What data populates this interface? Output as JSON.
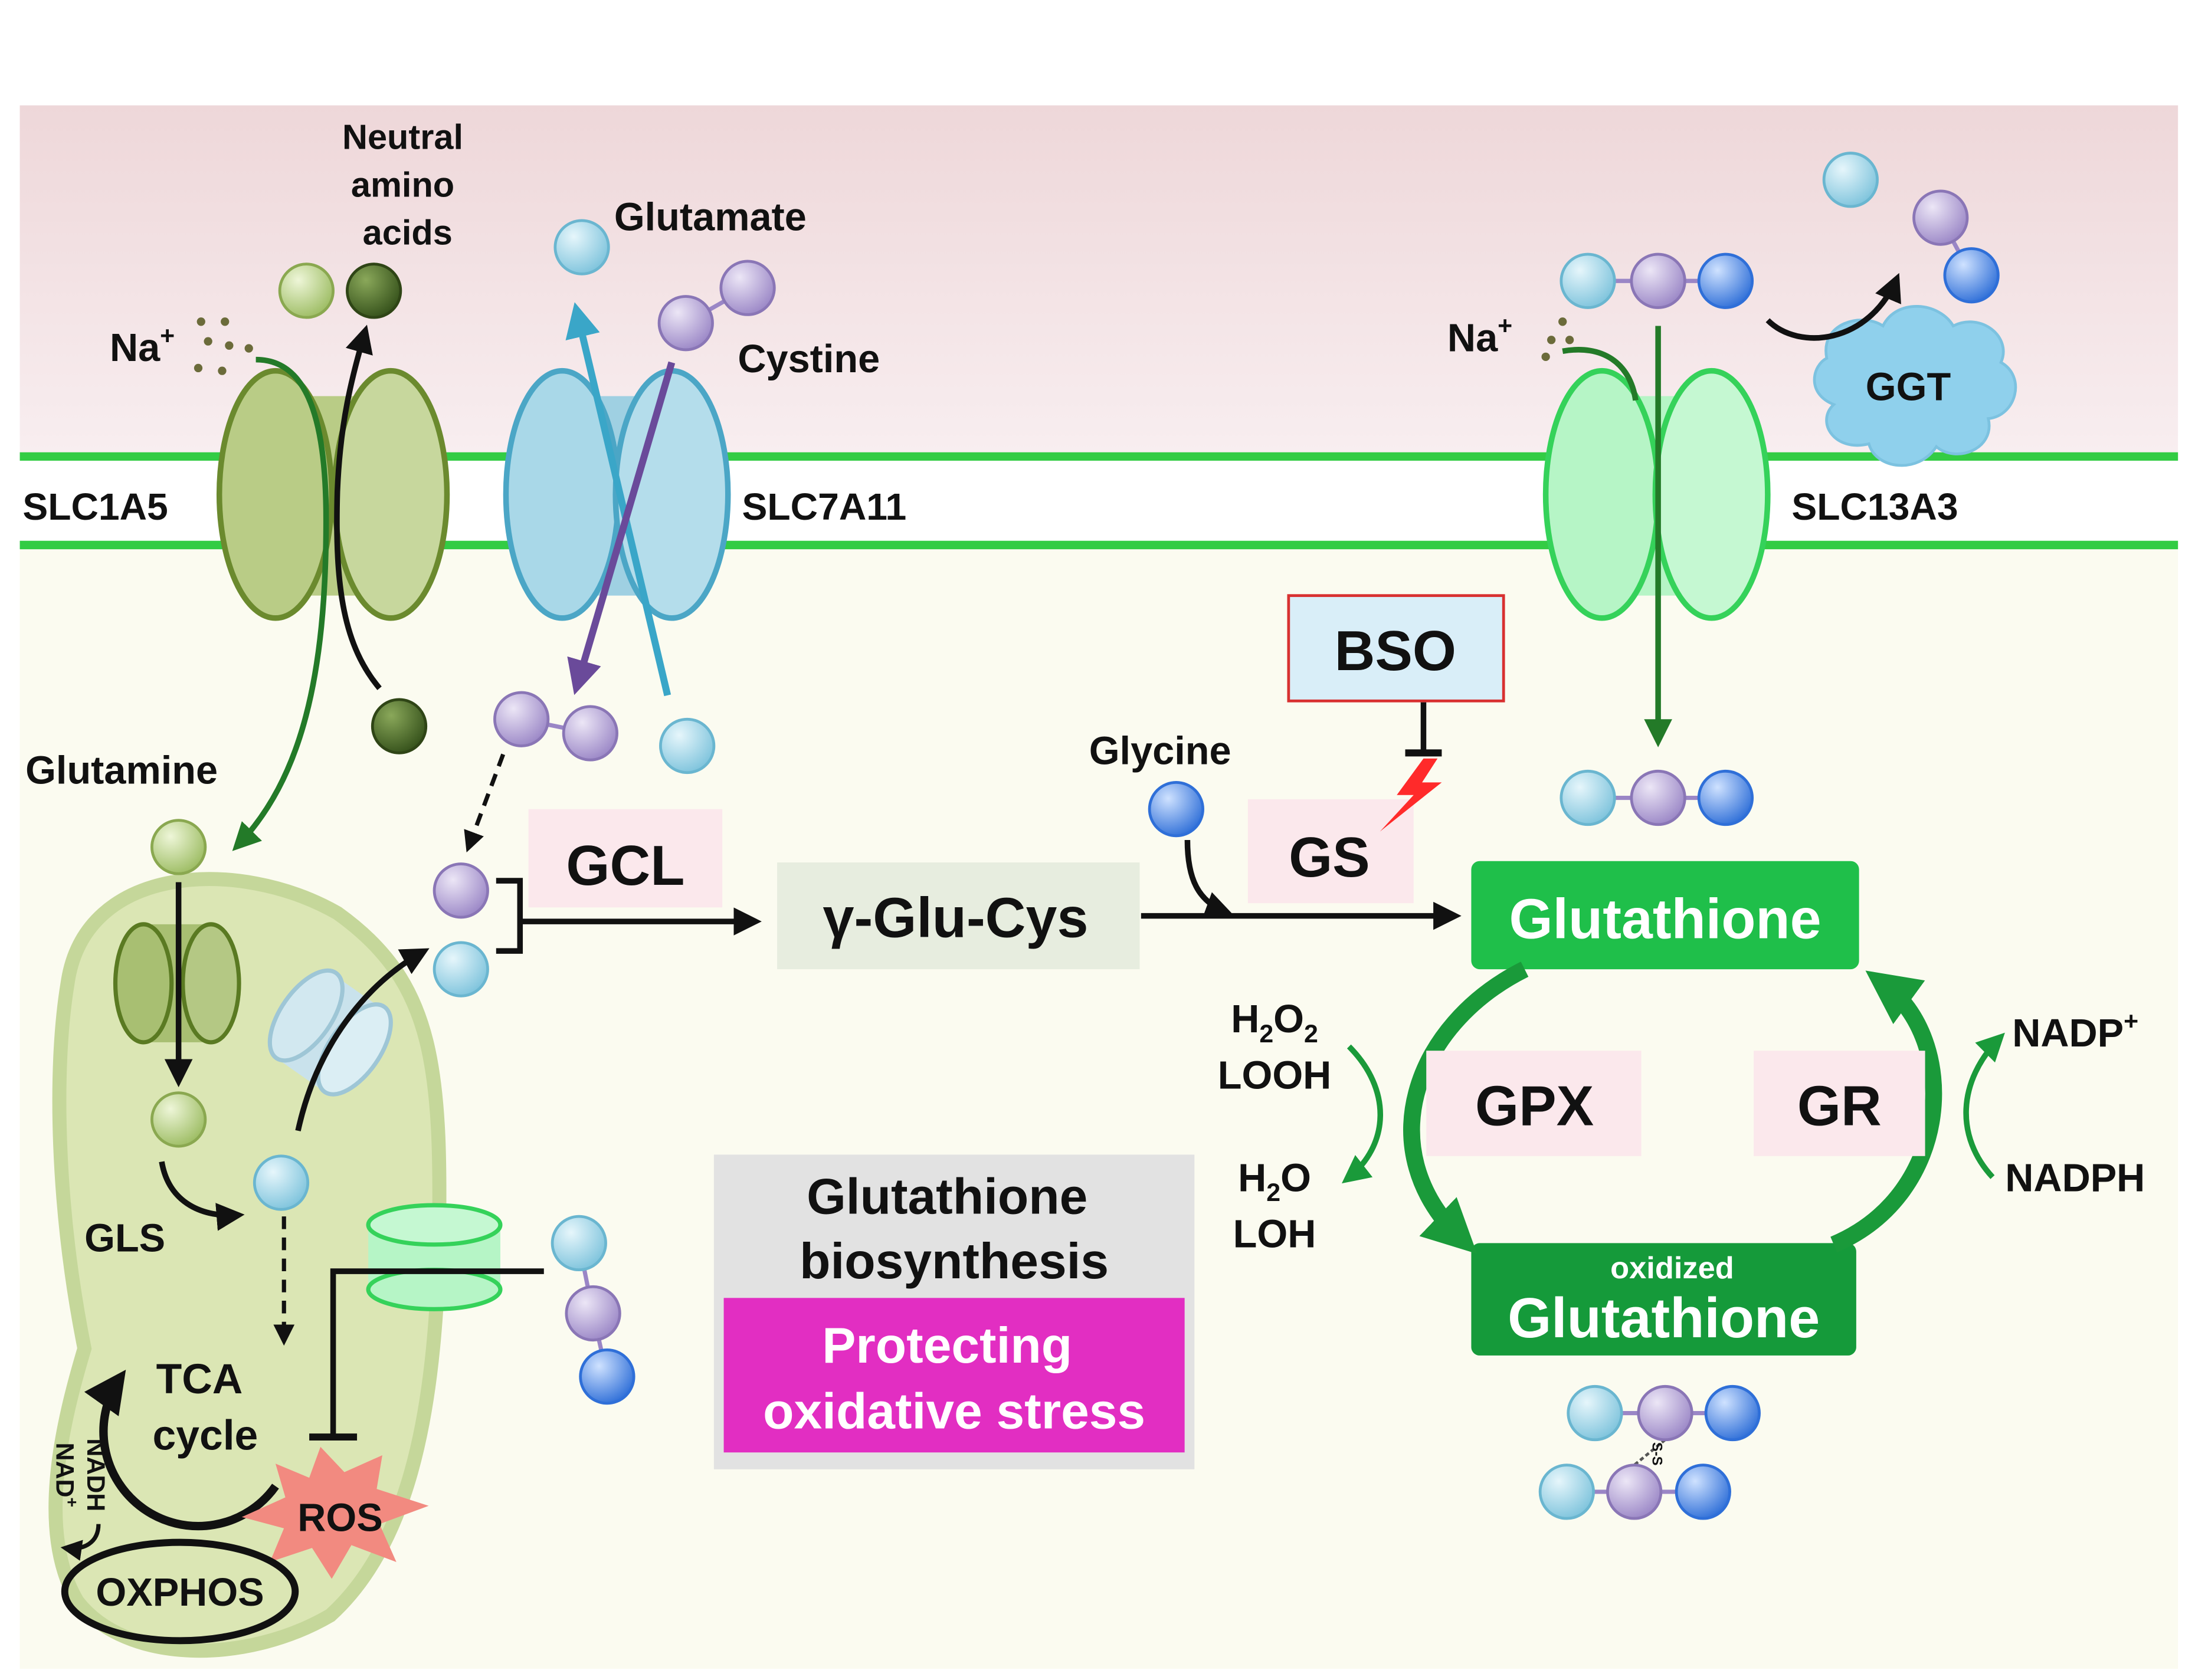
{
  "membrane_proteins": {
    "slc1a5": "SLC1A5",
    "slc7a11": "SLC7A11",
    "slc13a3": "SLC13A3",
    "ggt": "GGT"
  },
  "extracellular": {
    "neutral_amino_acids": [
      "Neutral",
      "amino",
      "acids"
    ],
    "glutamate": "Glutamate",
    "cystine": "Cystine",
    "na_left": "Na",
    "na_right": "Na",
    "na_sup": "+"
  },
  "intracellular": {
    "glutamine": "Glutamine",
    "gls": "GLS",
    "tca": [
      "TCA",
      "cycle"
    ],
    "nadh": "NADH",
    "nad": "NAD",
    "nad_sup": "+",
    "oxphos": "OXPHOS",
    "ros": "ROS",
    "glycine": "Glycine"
  },
  "enzymes": {
    "gcl": "GCL",
    "gs": "GS",
    "bso": "BSO",
    "gpx": "GPX",
    "gr": "GR"
  },
  "pathway": {
    "gamma_glu_cys": "γ-Glu-Cys",
    "glutathione": "Glutathione",
    "oxidized_label": "oxidized",
    "oxidized_glutathione": "Glutathione",
    "disulfide": "S-S"
  },
  "redox": {
    "h2o2": {
      "base1": "H",
      "sub1": "2",
      "base2": "O",
      "sub2": "2"
    },
    "looh": "LOOH",
    "h2o": {
      "base1": "H",
      "sub1": "2",
      "base2": "O"
    },
    "loh": "LOH",
    "nadp": "NADP",
    "nadp_sup": "+",
    "nadph": "NADPH"
  },
  "summary": {
    "title": [
      "Glutathione",
      "biosynthesis"
    ],
    "highlight": [
      "Protecting",
      "oxidative stress"
    ]
  },
  "colors": {
    "extracellular_top": "#eed7d9",
    "extracellular_bottom": "#f8eef0",
    "cytoplasm": "#fbfbf0",
    "membrane_line": "#33cc44",
    "slc1a5_fill": "#b9cc86",
    "slc1a5_stroke": "#6b8a2e",
    "slc7a11_fill": "#a9d8e8",
    "slc7a11_stroke": "#4ba6c6",
    "slc13a3_fill": "#b6f5c6",
    "slc13a3_stroke": "#35d25a",
    "mito_fill": "#dbe6b4",
    "mito_stroke": "#c5d79a",
    "glutathione_box": "#1fbf4a",
    "oxidized_box": "#159a3a",
    "cycle_arrow": "#1a9a3a",
    "dark_green_arrow": "#237a28",
    "enzyme_box": "#fbe8ec",
    "gamma_box": "#e7eddf",
    "bso_box": "#d9eef8",
    "bso_border": "#d83030",
    "summary_box": "#e2e2e2",
    "highlight_box": "#e22ec2",
    "ros": "#f28a80",
    "cystine_arrow": "#6a4a9a",
    "glutamate_arrow": "#3aa6c8",
    "molecule_light_blue": "#a8d8ea",
    "molecule_lavender": "#b6a6d6",
    "molecule_blue": "#4a88e8",
    "molecule_light_green": "#b7d48a",
    "molecule_dark_green": "#4a6a24"
  }
}
